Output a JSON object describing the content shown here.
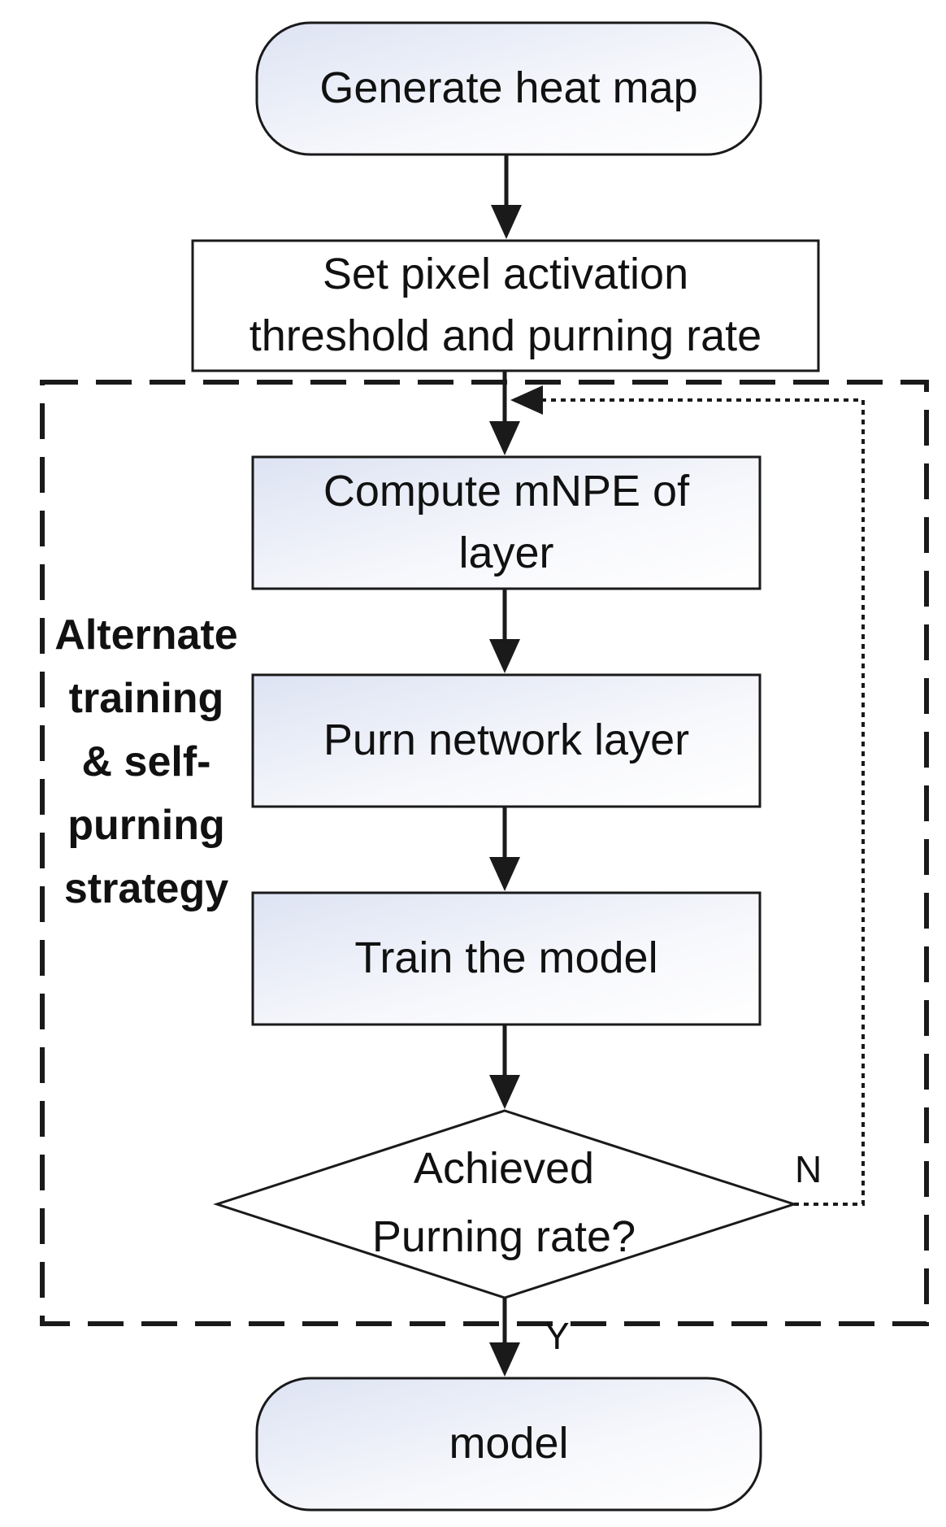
{
  "nodes": {
    "generate": {
      "label": "Generate heat map",
      "shape": "rounded-rect"
    },
    "set_threshold": {
      "label": "Set pixel activation\nthreshold and purning rate",
      "shape": "rect"
    },
    "compute": {
      "label": "Compute mNPE of\nlayer",
      "shape": "rect"
    },
    "purn": {
      "label": "Purn network layer",
      "shape": "rect"
    },
    "train": {
      "label": "Train the model",
      "shape": "rect"
    },
    "decision": {
      "label": "Achieved\nPurning  rate?",
      "shape": "diamond"
    },
    "model": {
      "label": "model",
      "shape": "rounded-rect"
    }
  },
  "group": {
    "label": "Alternate\ntraining\n& self-\npurning\nstrategy",
    "border_style": "dashed"
  },
  "edges": {
    "no_label": "N",
    "yes_label": "Y"
  },
  "colors": {
    "stroke": "#1a1a1a",
    "fill_gradient_start": "#dde3f3",
    "fill_gradient_end": "#ffffff"
  }
}
